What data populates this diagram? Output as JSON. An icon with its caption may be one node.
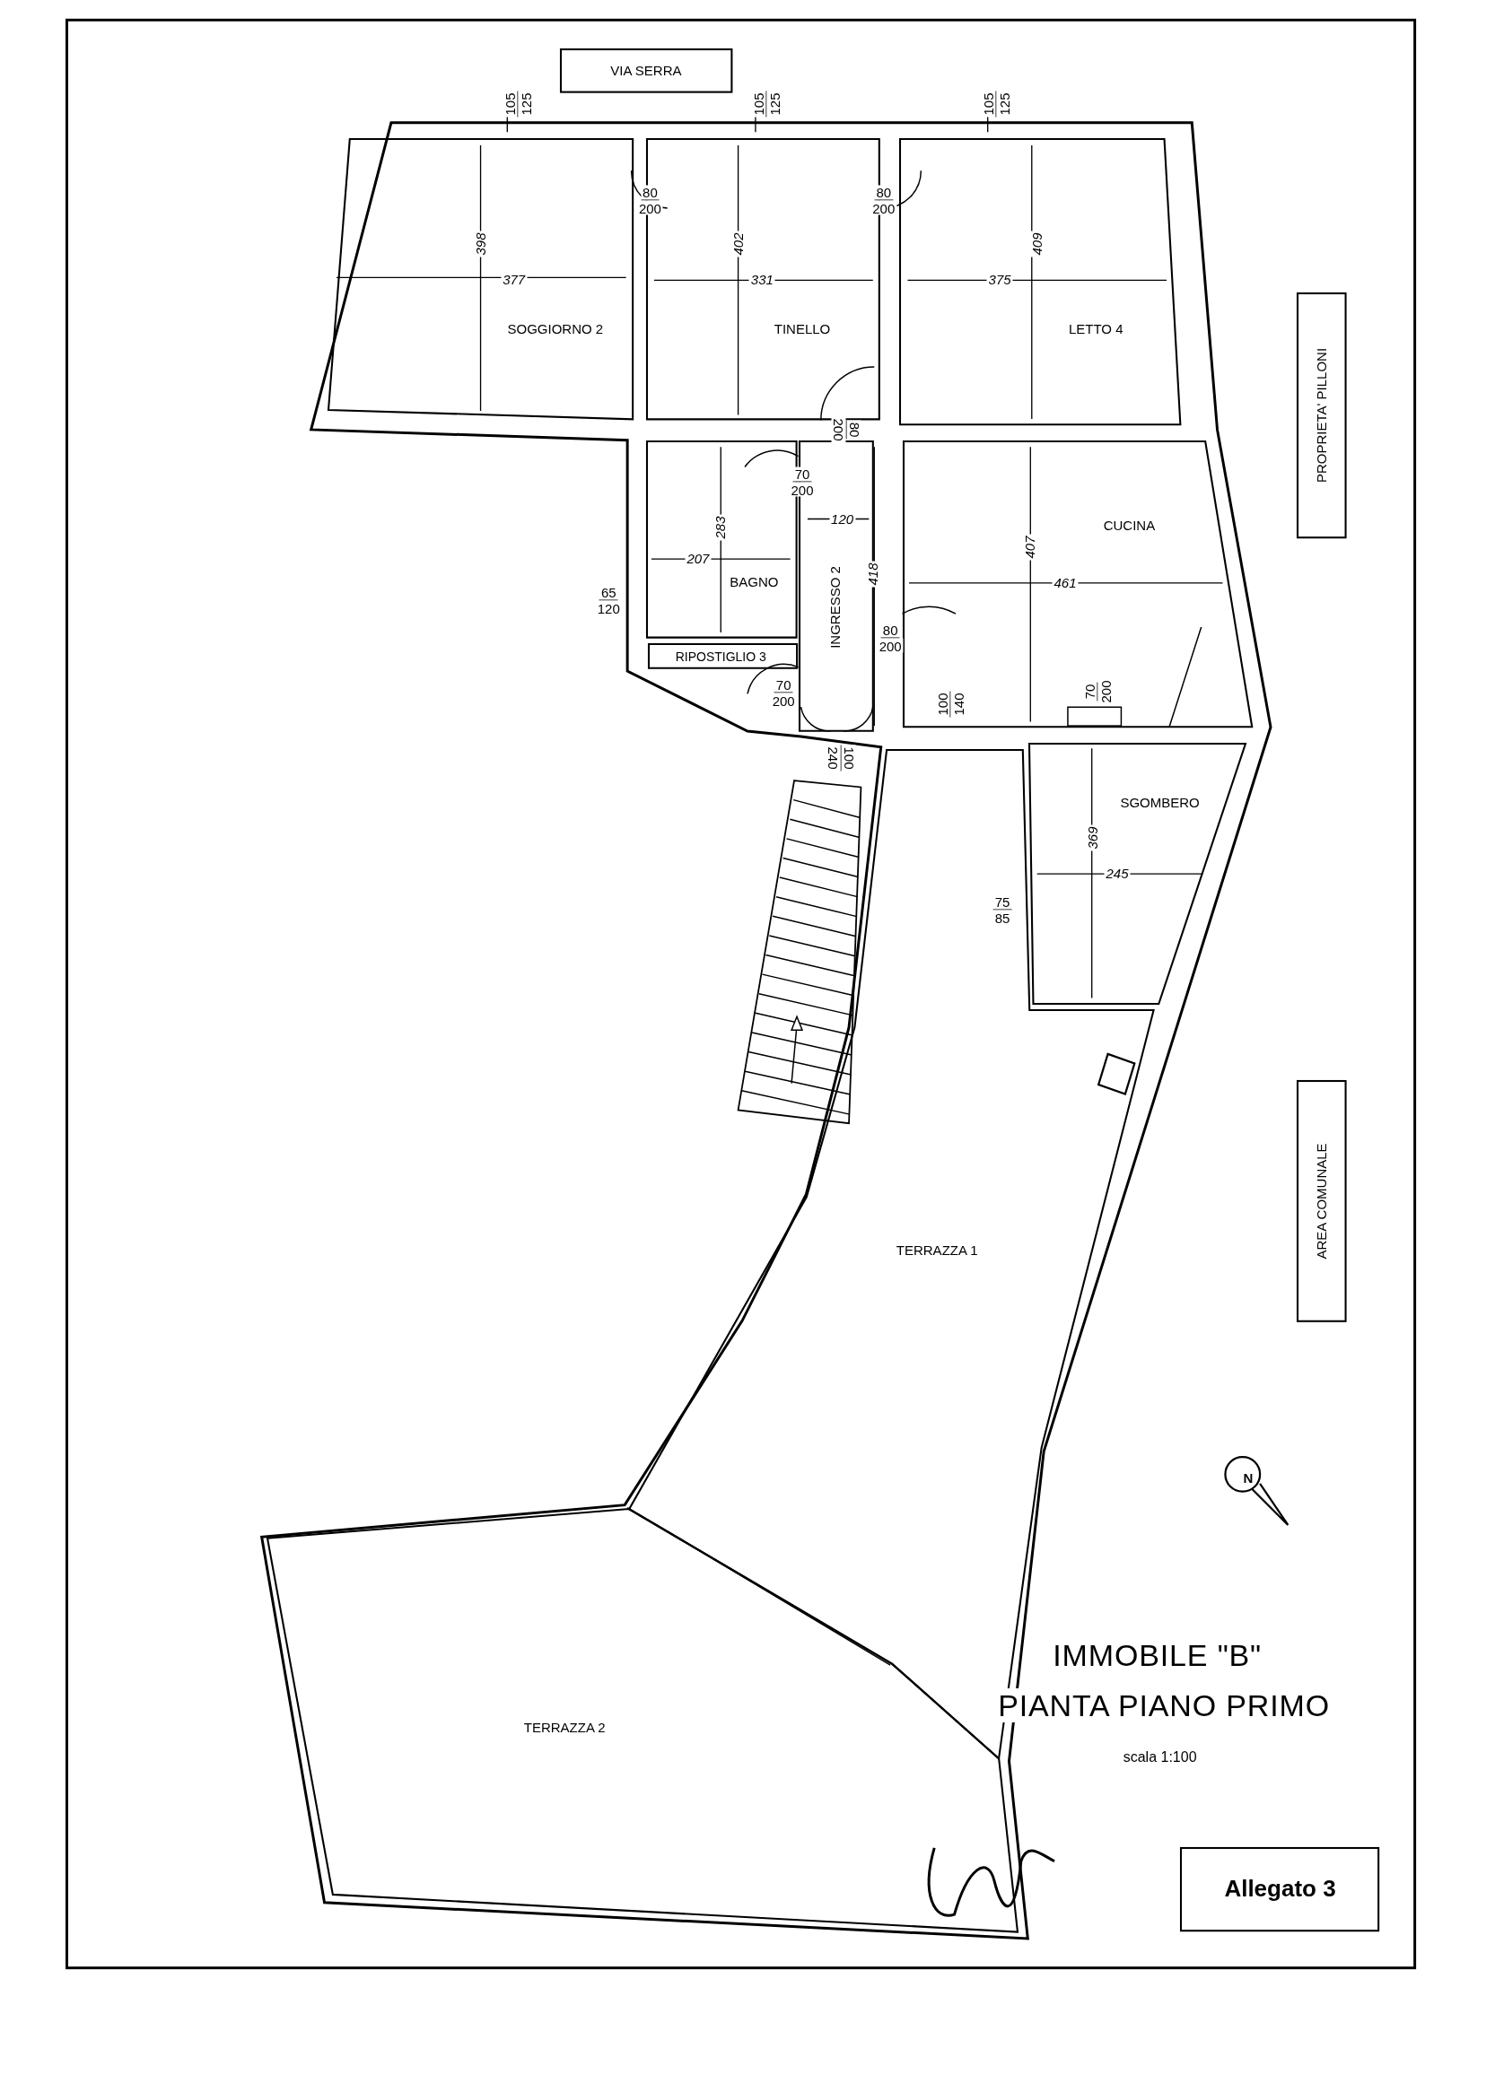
{
  "diagram": {
    "nodes": [
      {
        "text": [
          "VIA SERRA"
        ]
      },
      {
        "text": [
          "SOGGIORNO 2"
        ]
      },
      {
        "text": [
          "TINELLO"
        ]
      },
      {
        "text": [
          "LETTO 4"
        ]
      },
      {
        "text": [
          "BAGNO"
        ]
      },
      {
        "text": [
          "INGRESSO 2"
        ]
      },
      {
        "text": [
          "RIPOSTIGLIO 3"
        ]
      },
      {
        "text": [
          "CUCINA"
        ]
      },
      {
        "text": [
          "SGOMBERO"
        ]
      },
      {
        "text": [
          "TERRAZZA 1"
        ]
      },
      {
        "text": [
          "TERRAZZA 2"
        ]
      },
      {
        "text": [
          "PROPRIETA' PILLONI"
        ]
      },
      {
        "text": [
          "AREA COMUNALE"
        ]
      },
      {
        "text": [
          "Allegato 3"
        ]
      }
    ],
    "labels": [
      "105",
      "125",
      "105",
      "125",
      "105",
      "125",
      "80",
      "200",
      "80",
      "200",
      "398",
      "377",
      "402",
      "331",
      "409",
      "375",
      "200",
      "80",
      "70",
      "200",
      "120",
      "283",
      "207",
      "418",
      "407",
      "461",
      "65",
      "120",
      "80",
      "200",
      "70",
      "200",
      "100",
      "140",
      "70",
      "200",
      "240",
      "100",
      "369",
      "245",
      "75",
      "85",
      "N",
      "IMMOBILE \"B\"",
      "PIANTA PIANO PRIMO",
      "scala 1:100"
    ]
  }
}
